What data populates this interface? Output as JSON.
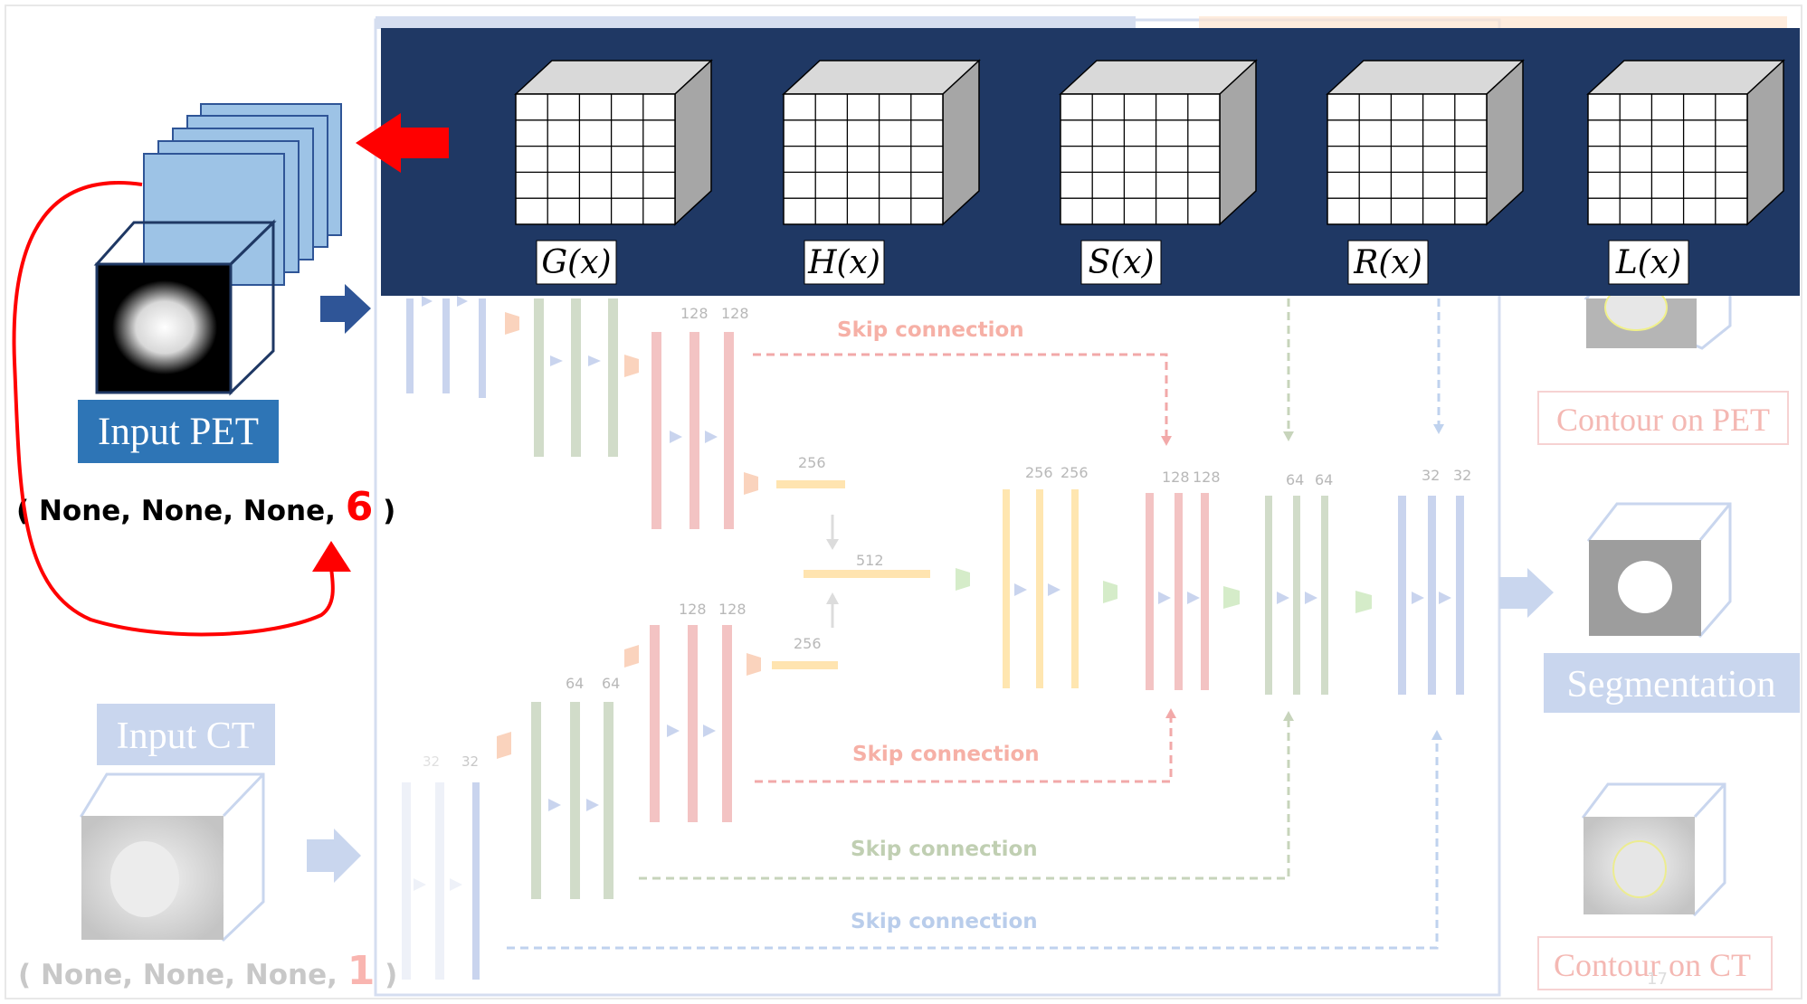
{
  "colors": {
    "navy": "#1f3864",
    "input_pet_box": "#2e75b6",
    "pet_slices": "#9dc3e6",
    "red": "#ff0000",
    "faded_blue": "#8faadc",
    "faded_green": "#a9c09a",
    "faded_red": "#f4b6b6",
    "faded_yellow": "#ffd97a",
    "faded_box": "#c9d6ee"
  },
  "banner": {
    "functions": [
      "G(x)",
      "H(x)",
      "S(x)",
      "R(x)",
      "L(x)"
    ]
  },
  "input_pet": {
    "label": "Input PET",
    "shape_prefix": "( None, None, None, ",
    "channels": "6",
    "shape_suffix": " )"
  },
  "input_ct": {
    "label": "Input CT",
    "shape_prefix": "( None, None, None, ",
    "channels": "1",
    "shape_suffix": " )"
  },
  "skip_connections": {
    "red_top": "Skip connection",
    "red_bottom": "Skip connection",
    "green": "Skip connection",
    "blue": "Skip connection"
  },
  "network_labels": {
    "pet_enc2": [
      "128",
      "128"
    ],
    "pet_bottleneck": "256",
    "merge": "512",
    "ct_bottleneck": "256",
    "ct_enc2": [
      "128",
      "128"
    ],
    "ct_enc1": [
      "64",
      "64"
    ],
    "ct_enc0": [
      "32",
      "32"
    ],
    "dec1": [
      "256",
      "256"
    ],
    "dec2": [
      "128",
      "128"
    ],
    "dec3": [
      "64",
      "64"
    ],
    "dec4": [
      "32",
      "32"
    ]
  },
  "outputs": {
    "contour_pet": "Contour on PET",
    "segmentation": "Segmentation",
    "contour_ct": "Contour on CT"
  },
  "page_number": "17"
}
